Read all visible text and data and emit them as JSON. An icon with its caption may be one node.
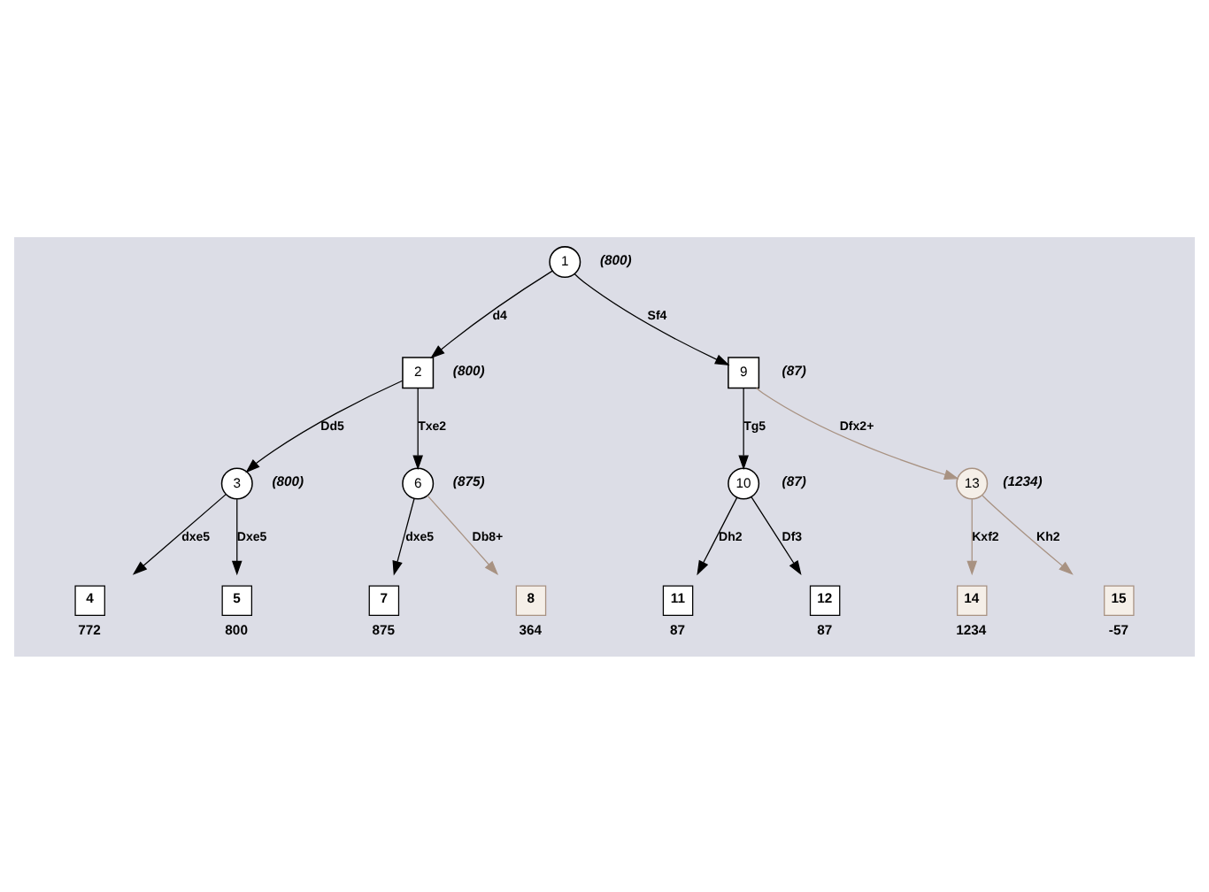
{
  "diagram": {
    "nodes": [
      {
        "text": [
          "1"
        ],
        "beside": [
          "(800)"
        ]
      },
      {
        "text": [
          "2"
        ],
        "beside": [
          "(800)"
        ]
      },
      {
        "text": [
          "9"
        ],
        "beside": [
          "(87)"
        ]
      },
      {
        "text": [
          "3"
        ],
        "beside": [
          "(800)"
        ]
      },
      {
        "text": [
          "6"
        ],
        "beside": [
          "(875)"
        ]
      },
      {
        "text": [
          "10"
        ],
        "beside": [
          "(87)"
        ]
      },
      {
        "text": [
          "13"
        ],
        "beside": [
          "(1234)"
        ]
      },
      {
        "text": [
          "4"
        ],
        "beside": [
          "772"
        ]
      },
      {
        "text": [
          "5"
        ],
        "beside": [
          "800"
        ]
      },
      {
        "text": [
          "7"
        ],
        "beside": [
          "875"
        ]
      },
      {
        "text": [
          "8"
        ],
        "beside": [
          "364"
        ]
      },
      {
        "text": [
          "11"
        ],
        "beside": [
          "87"
        ]
      },
      {
        "text": [
          "12"
        ],
        "beside": [
          "87"
        ]
      },
      {
        "text": [
          "14"
        ],
        "beside": [
          "1234"
        ]
      },
      {
        "text": [
          "15"
        ],
        "beside": [
          "-57"
        ]
      }
    ],
    "edges": [
      {
        "from": 0,
        "to": 1,
        "arrow": "to",
        "label": "d4"
      },
      {
        "from": 0,
        "to": 2,
        "arrow": "to",
        "label": "Sf4"
      },
      {
        "from": 1,
        "to": 3,
        "arrow": "to",
        "label": "Dd5"
      },
      {
        "from": 1,
        "to": 4,
        "arrow": "to",
        "label": "Txe2"
      },
      {
        "from": 2,
        "to": 5,
        "arrow": "to",
        "label": "Tg5"
      },
      {
        "from": 2,
        "to": 6,
        "arrow": "to",
        "label": "Dfx2+",
        "color": "#a89282"
      },
      {
        "from": 3,
        "to": 7,
        "arrow": "to",
        "label": "dxe5"
      },
      {
        "from": 3,
        "to": 8,
        "arrow": "to",
        "label": "Dxe5"
      },
      {
        "from": 4,
        "to": 9,
        "arrow": "to",
        "label": "dxe5"
      },
      {
        "from": 4,
        "to": 10,
        "arrow": "to",
        "label": "Db8+",
        "color": "#a89282"
      },
      {
        "from": 5,
        "to": 11,
        "arrow": "to",
        "label": "Dh2"
      },
      {
        "from": 5,
        "to": 12,
        "arrow": "to",
        "label": "Df3"
      },
      {
        "from": 6,
        "to": 13,
        "arrow": "to",
        "label": "Kxf2",
        "color": "#a89282"
      },
      {
        "from": 6,
        "to": 14,
        "arrow": "to",
        "label": "Kh2",
        "color": "#a89282"
      }
    ]
  }
}
